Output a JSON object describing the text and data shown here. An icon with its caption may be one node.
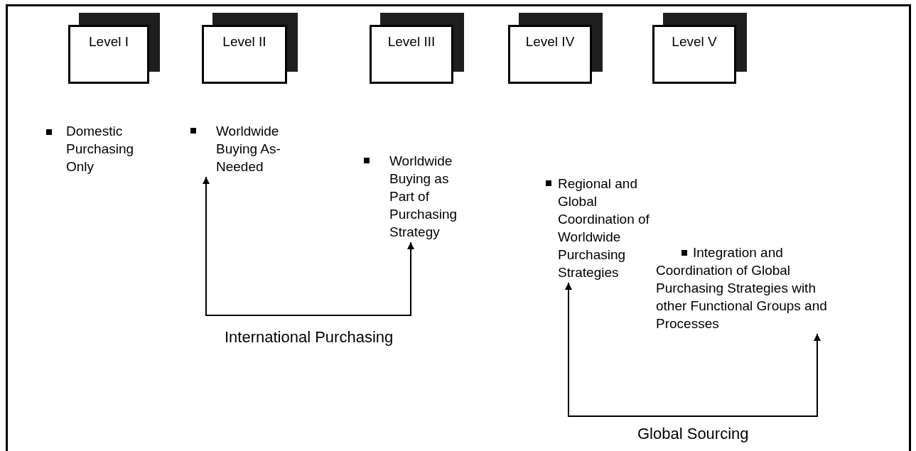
{
  "diagram": {
    "nodes": [
      {
        "text": [
          "Level I"
        ]
      },
      {
        "text": [
          "Level II"
        ]
      },
      {
        "text": [
          "Level III"
        ]
      },
      {
        "text": [
          "Level IV"
        ]
      },
      {
        "text": [
          "Level V"
        ]
      },
      {
        "text": [
          "Domestic Purchasing Only"
        ]
      },
      {
        "text": [
          "Worldwide Buying As-Needed"
        ]
      },
      {
        "text": [
          "Worldwide Buying as Part of Purchasing Strategy"
        ]
      },
      {
        "text": [
          "Regional and Global Coordination of Worldwide Purchasing Strategies"
        ]
      },
      {
        "text": [
          "Integration and Coordination of Global Purchasing Strategies with other Functional Groups and Processes"
        ]
      }
    ],
    "edges": [
      {
        "from": 6,
        "to": 7,
        "arrow": "both",
        "label": "International Purchasing"
      },
      {
        "from": 8,
        "to": 9,
        "arrow": "both",
        "label": "Global Sourcing"
      }
    ]
  }
}
